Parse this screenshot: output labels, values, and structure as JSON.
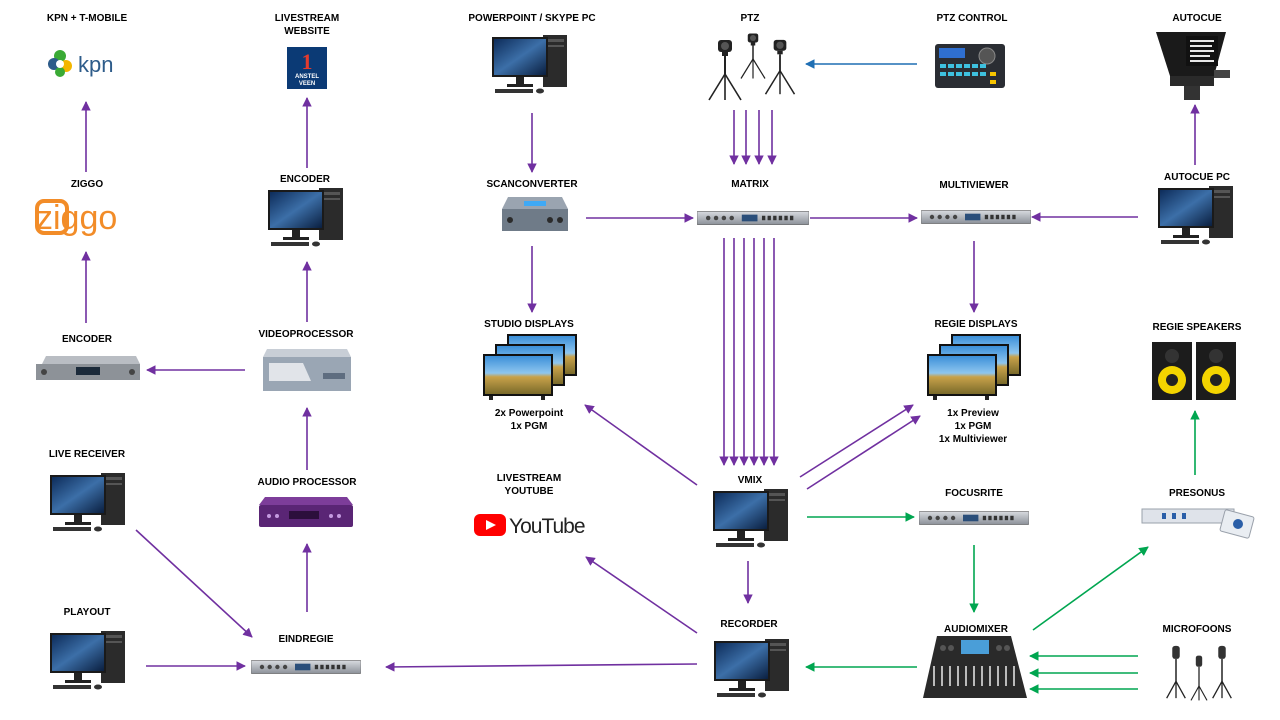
{
  "labels": {
    "kpn_tmobile": "KPN + T-MOBILE",
    "livestream_website": [
      "LIVESTREAM",
      "WEBSITE"
    ],
    "powerpoint_pc": "POWERPOINT / SKYPE PC",
    "ptz": "PTZ",
    "ptz_control": "PTZ CONTROL",
    "autocue": "AUTOCUE",
    "ziggo": "ZIGGO",
    "encoder_top": "ENCODER",
    "scanconverter": "SCANCONVERTER",
    "matrix": "MATRIX",
    "multiviewer": "MULTIVIEWER",
    "autocue_pc": "AUTOCUE PC",
    "encoder_left": "ENCODER",
    "videoprocessor": "VIDEOPROCESSOR",
    "studio_displays": "STUDIO DISPLAYS",
    "regie_displays": "REGIE DISPLAYS",
    "regie_speakers": "REGIE SPEAKERS",
    "live_receiver": "LIVE RECEIVER",
    "audio_processor": "AUDIO PROCESSOR",
    "livestream_youtube": [
      "LIVESTREAM",
      "YOUTUBE"
    ],
    "vmix": "VMIX",
    "focusrite": "FOCUSRITE",
    "presonus": "PRESONUS",
    "playout": "PLAYOUT",
    "eindregie": "EINDREGIE",
    "recorder": "RECORDER",
    "audiomixer": "AUDIOMIXER",
    "microfoons": "MICROFOONS"
  },
  "notes": {
    "studio": [
      "2x Powerpoint",
      "1x PGM"
    ],
    "regie": [
      "1x Preview",
      "1x PGM",
      "1x Multiviewer"
    ]
  },
  "logos": {
    "kpn": "kpn",
    "ziggo": "ziggo",
    "youtube": "YouTube",
    "anstel_number": "1",
    "anstel_text": [
      "ANSTEL",
      "VEEN"
    ]
  },
  "colors": {
    "video_arrow": "#7030a0",
    "audio_arrow": "#00a650",
    "control_arrow": "#1f6fb4",
    "ziggo_orange": "#f28c28",
    "kpn_green": "#3aaa35",
    "kpn_blue": "#2e5c8a",
    "youtube_red": "#ff0000"
  }
}
